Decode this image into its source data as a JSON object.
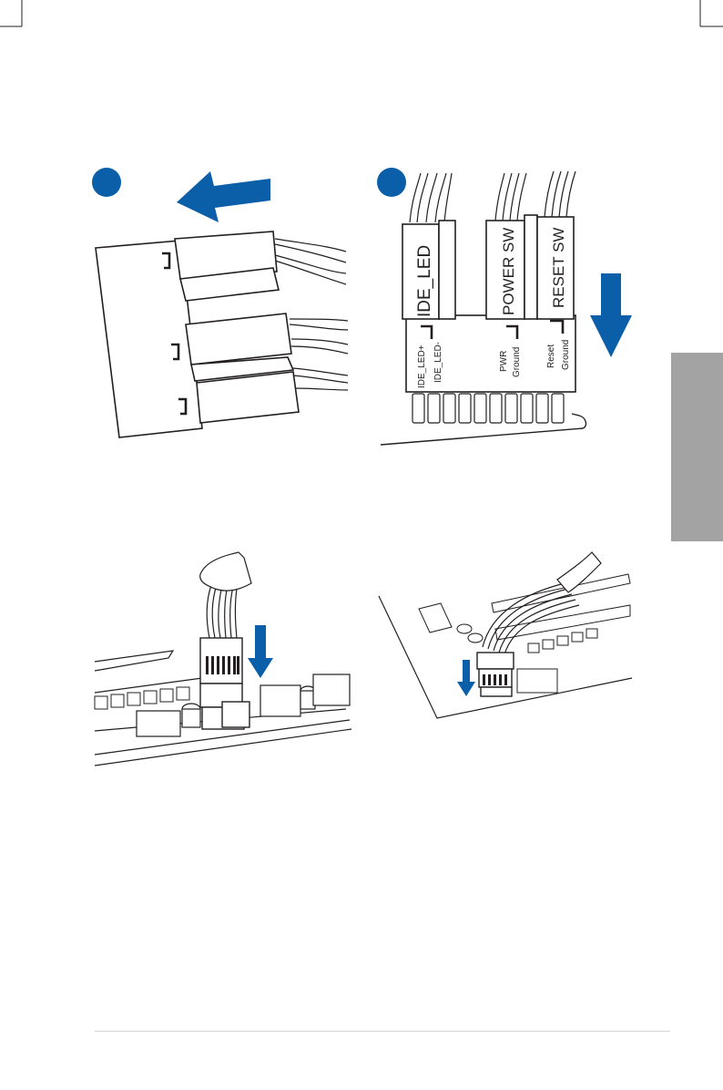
{
  "page": {
    "theme": {
      "ink": "#231f20",
      "accent_blue": "#0a5fa8",
      "side_tab": "#a3a3a3",
      "footer_rule": "#d6d6d6"
    },
    "step_badges": [
      "",
      ""
    ],
    "illustrations": [
      {
        "id": "step-a",
        "description_icon": "connector-assembly-icon"
      },
      {
        "id": "step-b",
        "connector_labels": [
          "IDE_LED",
          "POWER SW",
          "RESET SW"
        ],
        "pin_labels": [
          "IDE_LED+",
          "IDE_LED-",
          "PWR",
          "Ground",
          "Reset",
          "Ground"
        ]
      },
      {
        "id": "step-c",
        "description_icon": "connector-insert-icon"
      },
      {
        "id": "step-d",
        "description_icon": "connector-insert-icon"
      }
    ]
  }
}
